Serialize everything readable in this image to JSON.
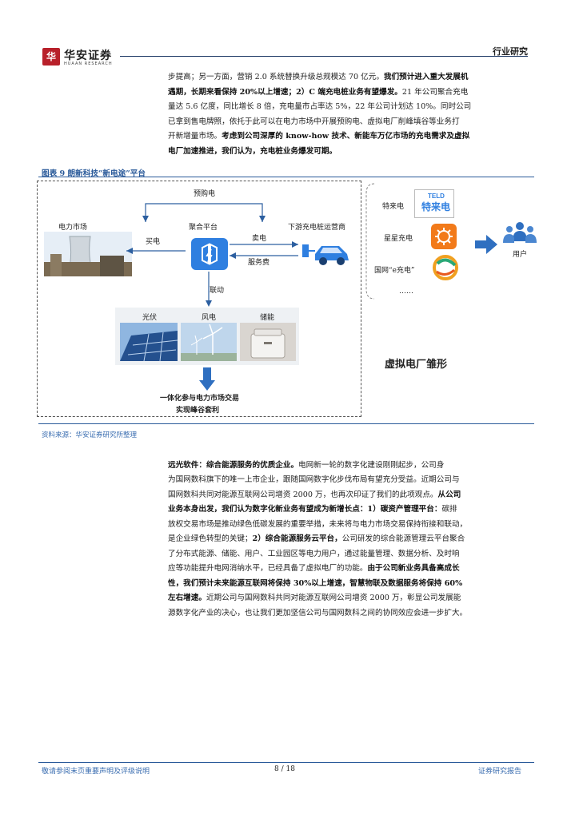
{
  "header": {
    "seal_text": "华",
    "logo_name": "华安证券",
    "logo_sub": "HUAAN RESEARCH",
    "section_tag": "行业研究"
  },
  "intro": {
    "line1": "步提高；另一方面，营销 2.0 系统替换升级总规模达 70 亿元。",
    "line1_bold": "我们预计进入重大发展机",
    "line2_bold": "遇期，长期来看保持 20%以上增速；2）C 端充电桩业务有望爆发。",
    "line2": "21 年公司聚合充电",
    "line3": "量达 5.6 亿度，同比增长 8 倍，充电量市占率达 5%，22 年公司计划达 10%。同时公司",
    "line4": "已拿到售电牌照，依托于此可以在电力市场中开展预购电、虚拟电厂削峰填谷等业务打",
    "line5": "开新增量市场。",
    "line5_bold": "考虑到公司深厚的 know-how 技术、新能车万亿市场的充电需求及虚拟",
    "line6_bold": "电厂加速推进，我们认为，充电桩业务爆发可期。"
  },
  "figure": {
    "title": "图表 9 朗新科技“新电途”平台",
    "prepurchase": "预购电",
    "power_market": "电力市场",
    "platform": "聚合平台",
    "downstream": "下游充电桩运营商",
    "buy_power": "买电",
    "sell_power": "卖电",
    "service_fee": "服务费",
    "linkage": "联动",
    "solar": "光伏",
    "wind": "风电",
    "storage": "储能",
    "integration_line1": "一体化参与电力市场交易",
    "integration_line2": "实现峰谷套利",
    "teld_label": "特来电",
    "teld_logo_top": "TELD",
    "teld_logo": "特来电",
    "star_label": "星星充电",
    "sgcc_label": "国网“e充电”",
    "ellipsis": "……",
    "user": "用户",
    "vpp": "虚拟电厂雏形"
  },
  "source": "资料来源：华安证券研究所整理",
  "body2": {
    "l1_bold": "远光软件：综合能源服务的优质企业。",
    "l1": "电网新一轮的数字化建设刚刚起步，公司身",
    "l2": "为国网数科旗下的唯一上市企业，跟随国网数字化步伐布局有望充分受益。近期公司与",
    "l3": "国网数科共同对能源互联网公司增资 2000 万，也再次印证了我们的此项观点。",
    "l3_bold": "从公司",
    "l4_bold": "业务本身出发，我们认为数字化新业务有望成为新增长点：1）碳资产管理平台：",
    "l4": "碳排",
    "l5": "放权交易市场是推动绿色低碳发展的重要举措，未来将与电力市场交易保持衔接和联动，",
    "l6": "是企业绿色转型的关键；",
    "l6_bold": "2）综合能源服务云平台，",
    "l6b": "公司研发的综合能源管理云平台聚合",
    "l7": "了分布式能源、储能、用户、工业园区等电力用户，通过能量管理、数据分析、及时响",
    "l8": "应等功能提升电网消纳水平，已经具备了虚拟电厂的功能。",
    "l8_bold": "由于公司新业务具备高成长",
    "l9_bold": "性，我们预计未来能源互联网将保持 30%以上增速，智慧物联及数据服务将保持 60%",
    "l10_bold": "左右增速。",
    "l10": "近期公司与国网数科共同对能源互联网公司增资 2000 万，彰显公司发展能",
    "l11": "源数字化产业的决心，也让我们更加坚信公司与国网数科之间的协同效应会进一步扩大。"
  },
  "footer": {
    "disclaimer": "敬请参阅末页重要声明及评级说明",
    "page": "8 / 18",
    "report_type": "证券研究报告"
  },
  "colors": {
    "brand_red": "#b8202a",
    "accent_blue": "#2a5a9a",
    "icon_blue": "#2f7fe0"
  }
}
